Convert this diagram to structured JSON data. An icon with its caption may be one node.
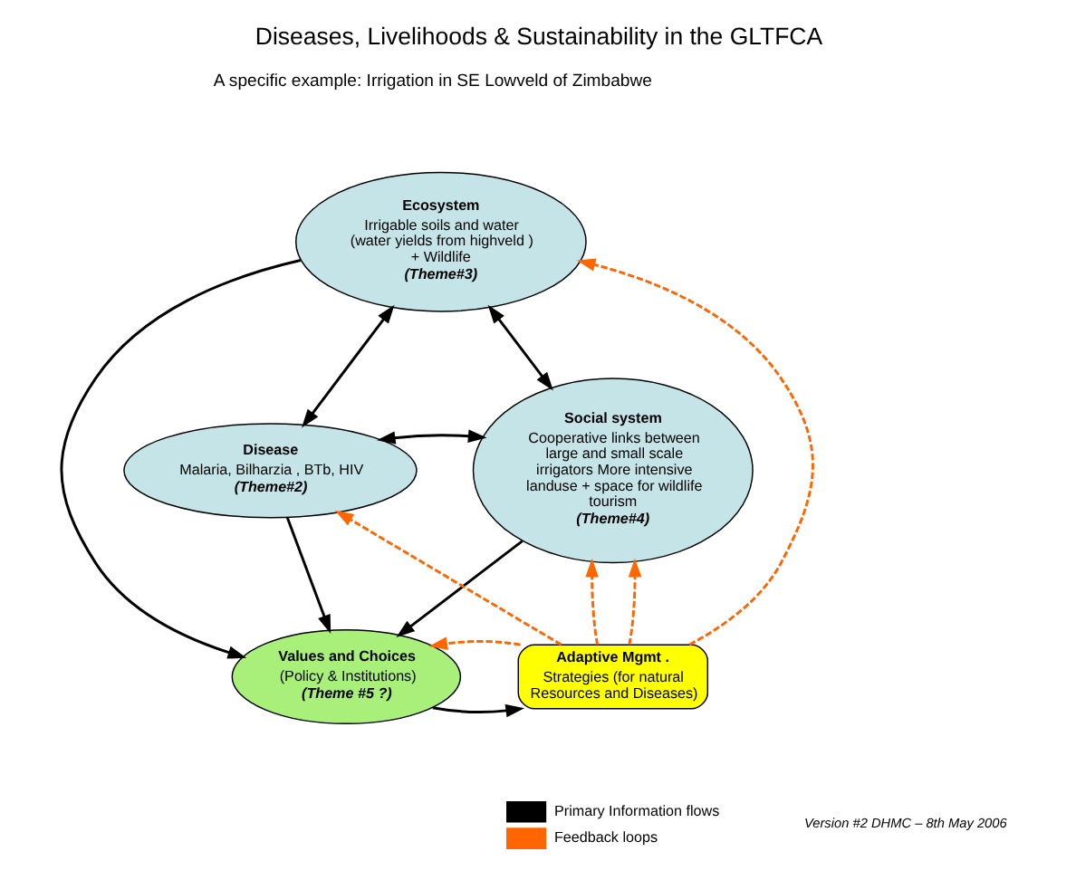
{
  "diagram": {
    "title": "Diseases, Livelihoods & Sustainability in the GLTFCA",
    "nodes": [
      {
        "text": [
          "Ecosystem",
          "Irrigable soils and water (water yields from highveld ) + Wildlife",
          "(Theme#3)"
        ]
      },
      {
        "text": [
          "Disease",
          "Malaria, Bilharzia , BTb, HIV",
          "(Theme#2)"
        ]
      },
      {
        "text": [
          "Social system",
          "Cooperative links between large and small scale irrigators More intensive landuse + space for wildlife tourism",
          "(Theme#4)"
        ]
      },
      {
        "text": [
          "Adaptive Mgmt .",
          "Strategies (for natural Resources and Diseases)"
        ]
      },
      {
        "text": [
          "Values and Choices",
          "(Policy & Institutions)",
          "(Theme #5 ?)"
        ]
      }
    ],
    "edges": [
      {
        "from": 1,
        "to": 0,
        "arrow": "both"
      },
      {
        "from": 0,
        "to": 2,
        "arrow": "both"
      },
      {
        "from": 1,
        "to": 2,
        "arrow": "both"
      },
      {
        "from": 0,
        "to": 4,
        "arrow": "to"
      },
      {
        "from": 1,
        "to": 4,
        "arrow": "to"
      },
      {
        "from": 2,
        "to": 4,
        "arrow": "to"
      },
      {
        "from": 4,
        "to": 3,
        "arrow": "to"
      },
      {
        "from": 3,
        "to": 4,
        "arrow": "to",
        "style": "dashed",
        "color": "#ff6600"
      },
      {
        "from": 3,
        "to": 1,
        "arrow": "to",
        "style": "dashed",
        "color": "#ff6600"
      },
      {
        "from": 3,
        "to": 0,
        "arrow": "to",
        "style": "dashed",
        "color": "#ff6600"
      },
      {
        "from": 3,
        "to": 2,
        "arrow": "to",
        "style": "dashed",
        "color": "#ff6600"
      },
      {
        "from": 3,
        "to": 2,
        "arrow": "to",
        "style": "dashed",
        "color": "#ff6600"
      }
    ],
    "labels": [
      "A specific example: Irrigation in SE Lowveld of Zimbabwe",
      "Version #2 DHMC – 8th May 2006"
    ],
    "legend": [
      {
        "text": "Primary Information flows"
      },
      {
        "text": "Feedback loops"
      }
    ]
  }
}
